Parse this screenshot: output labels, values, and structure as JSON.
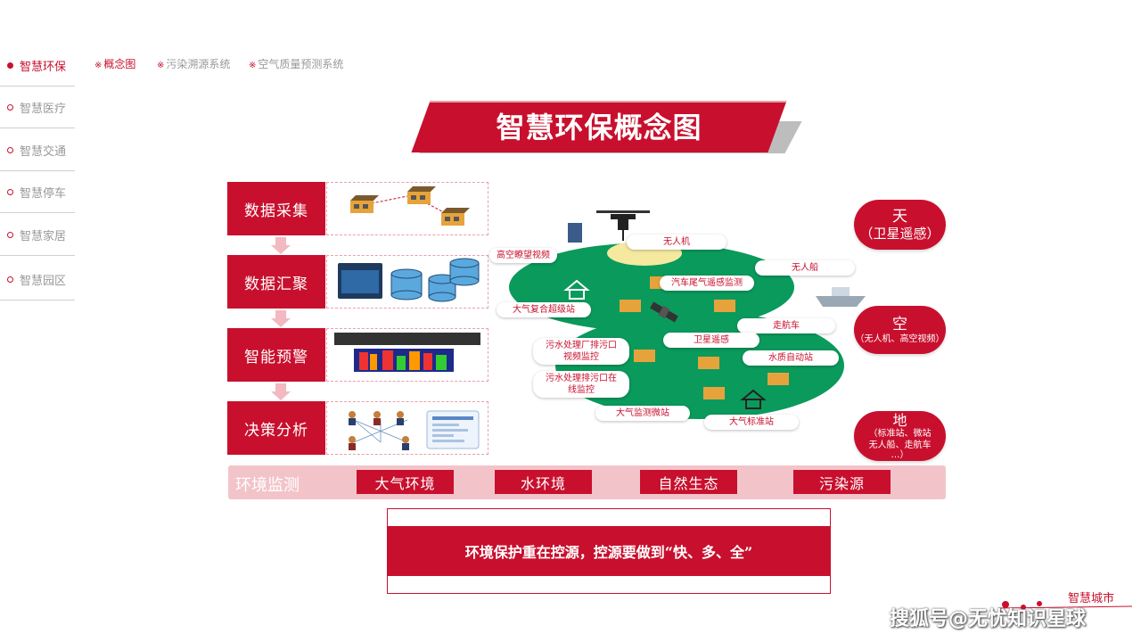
{
  "sidebar": {
    "items": [
      {
        "label": "智慧环保",
        "active": true
      },
      {
        "label": "智慧医疗",
        "active": false
      },
      {
        "label": "智慧交通",
        "active": false
      },
      {
        "label": "智慧停车",
        "active": false
      },
      {
        "label": "智慧家居",
        "active": false
      },
      {
        "label": "智慧园区",
        "active": false
      }
    ]
  },
  "tabs": [
    {
      "label": "概念图",
      "active": true
    },
    {
      "label": "污染溯源系统",
      "active": false
    },
    {
      "label": "空气质量预测系统",
      "active": false
    }
  ],
  "tab_mark": "※",
  "title": "智慧环保概念图",
  "steps": [
    {
      "label": "数据采集"
    },
    {
      "label": "数据汇聚"
    },
    {
      "label": "智能预警"
    },
    {
      "label": "决策分析"
    }
  ],
  "map_labels": {
    "high_altitude_video": "高空瞭望视频",
    "uav": "无人机",
    "unmanned_ship": "无人船",
    "vehicle_exhaust": "汽车尾气遥感监测",
    "air_super_station": "大气复合超级站",
    "cruise_car": "走航车",
    "satellite": "卫星遥感",
    "sewage_video_1": "污水处理厂排污口",
    "sewage_video_2": "视频监控",
    "water_station": "水质自动站",
    "sewage_online_1": "污水处理排污口在",
    "sewage_online_2": "线监控",
    "air_micro_station": "大气监测微站",
    "air_standard_station": "大气标准站"
  },
  "sky": {
    "tian": "天",
    "tian_sub": "（卫星遥感）",
    "kong": "空",
    "kong_sub": "（无人机、高空视频）",
    "di": "地",
    "di_sub1": "（标准站、微站",
    "di_sub2": "无人船、走航车",
    "di_sub3": "…）"
  },
  "monitoring": {
    "label": "环境监测",
    "items": [
      "大气环境",
      "水环境",
      "自然生态",
      "污染源"
    ]
  },
  "footer": "环境保护重在控源，控源要做到“快、多、全”",
  "brand": "智慧城市",
  "watermark": "搜狐号@无忧知识星球",
  "colors": {
    "accent": "#c8102e",
    "map_green": "#0a9a5c",
    "soft_pink": "#f2c4c9"
  }
}
